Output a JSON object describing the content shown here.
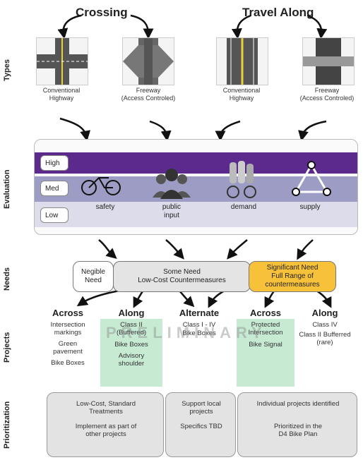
{
  "headers": {
    "crossing": "Crossing",
    "travel_along": "Travel Along"
  },
  "row_labels": {
    "types": "Types",
    "evaluation": "Evaluation",
    "needs": "Needs",
    "projects": "Projects",
    "prioritization": "Prioritization"
  },
  "types": [
    {
      "label": "Conventional\nHighway"
    },
    {
      "label": "Freeway\n(Access Controled)"
    },
    {
      "label": "Conventional\nHighway"
    },
    {
      "label": "Freeway\n(Access Controled)"
    }
  ],
  "evaluation": {
    "levels": [
      "High",
      "Med",
      "Low"
    ],
    "criteria": [
      "safety",
      "public\ninput",
      "demand",
      "supply"
    ],
    "colors": {
      "high": "#5b2a8c",
      "med": "#9d9cc4",
      "low": "#dcdcea"
    }
  },
  "needs": {
    "negligible": "Negible\nNeed",
    "some": "Some Need\nLow-Cost Countermeasures",
    "significant": "Significant Need\nFull Range of\ncountermeasures",
    "significant_color": "#f7c23a"
  },
  "projects": {
    "columns": [
      {
        "heading": "Across",
        "items": [
          "Intersection\nmarkings",
          "Green\npavement",
          "Bike Boxes"
        ]
      },
      {
        "heading": "Along",
        "items": [
          "Class II\n(Buffered)",
          "Bike Boxes",
          "Advisory\nshoulder"
        ]
      },
      {
        "heading": "Alternate",
        "items": [
          "Class I - IV",
          "Bike Boxes"
        ]
      },
      {
        "heading": "Across",
        "items": [
          "Protected\nIntersection",
          "Bike Signal"
        ]
      },
      {
        "heading": "Along",
        "items": [
          "Class IV",
          "Class II Bufferred\n(rare)"
        ]
      }
    ],
    "highlight_color": "#c7ead3",
    "watermark": "PRELIMINARY"
  },
  "prioritization": [
    {
      "title": "Low-Cost, Standard\nTreatments",
      "body": "Implement as part of\nother projects"
    },
    {
      "title": "Support local\nprojects",
      "body": "Specifics TBD"
    },
    {
      "title": "Individual projects identified",
      "body": "Prioritized in the\nD4 Bike Plan"
    }
  ]
}
